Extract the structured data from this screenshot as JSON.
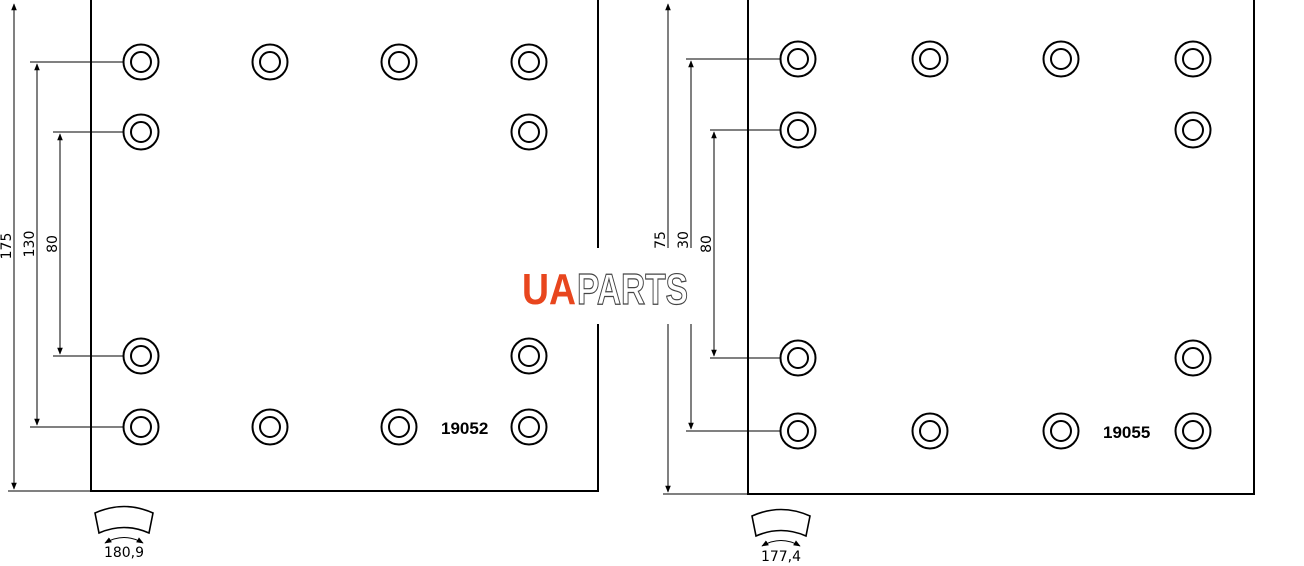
{
  "logo": {
    "brand_part1": "UA",
    "brand_part2": "PARTS"
  },
  "pads": [
    {
      "part_number": "19052",
      "dimensions": {
        "overall_height": "175",
        "outer_rivet_span": "130",
        "inner_rivet_span": "80",
        "arc_width": "180,9"
      }
    },
    {
      "part_number": "19055",
      "dimensions": {
        "overall_height": "75",
        "outer_rivet_span": "30",
        "inner_rivet_span": "80",
        "arc_width": "177,4"
      }
    }
  ]
}
